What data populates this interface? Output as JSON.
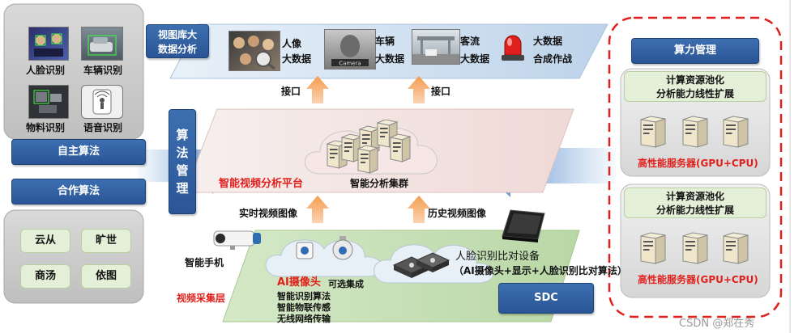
{
  "left_panel": {
    "thumbnails": [
      {
        "label": "人脸识别",
        "icon": "face-recognition-icon"
      },
      {
        "label": "车辆识别",
        "icon": "vehicle-recognition-icon"
      },
      {
        "label": "物料识别",
        "icon": "material-recognition-icon"
      },
      {
        "label": "语音识别",
        "icon": "voice-recognition-icon"
      }
    ],
    "buttons": [
      "自主算法",
      "合作算法"
    ],
    "partners": [
      "云从",
      "旷世",
      "商汤",
      "依图"
    ]
  },
  "algorithm_mgmt": "算法管理",
  "top_layer": {
    "tag": "视图库大数据分析",
    "items": [
      {
        "label": "人像大数据",
        "icon": "portrait-icon"
      },
      {
        "label": "车辆大数据",
        "icon": "vehicle-icon"
      },
      {
        "label": "客流大数据",
        "icon": "passenger-flow-icon"
      },
      {
        "label": "大数据合成作战",
        "icon": "alarm-siren-icon"
      }
    ]
  },
  "interface_labels": [
    "接口",
    "接口"
  ],
  "middle_layer": {
    "platform": "智能视频分析平台",
    "cluster": "智能分析集群"
  },
  "stream_labels": {
    "realtime": "实时视频图像",
    "history": "历史视频图像"
  },
  "bottom_layer": {
    "phone": "智能手机",
    "collect": "视频采集层",
    "ai_camera": "AI摄像头",
    "optional": "可选集成",
    "features": [
      "智能识别算法",
      "智能物联传感",
      "无线网络传输"
    ],
    "face_device": "人脸识别比对设备",
    "face_device_note": "（AI摄像头+显示+人脸识别比对算法）",
    "sdc": "SDC"
  },
  "compute": {
    "title": "算力管理",
    "pools": [
      {
        "line1": "计算资源池化",
        "line2": "分析能力线性扩展",
        "server": "高性能服务器(GPU+CPU)"
      },
      {
        "line1": "计算资源池化",
        "line2": "分析能力线性扩展",
        "server": "高性能服务器(GPU+CPU)"
      }
    ]
  },
  "watermark": "CSDN @郑在秀",
  "colors": {
    "accent_blue": "#2a5596",
    "alert_red": "#e0201c",
    "frame_red": "#e0201c"
  }
}
